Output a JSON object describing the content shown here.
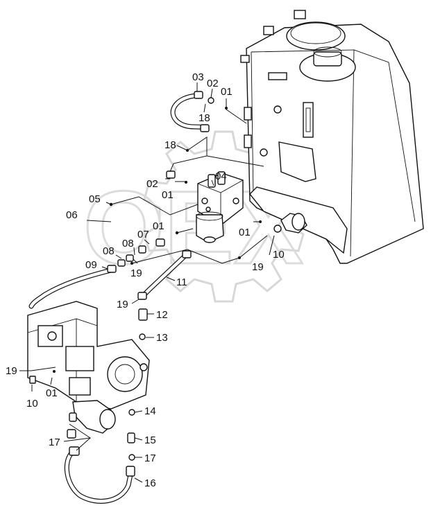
{
  "watermark": "OEX",
  "callouts": {
    "c01a": "01",
    "c02a": "02",
    "c03": "03",
    "c18a": "18",
    "c18b": "18",
    "c02b": "02",
    "c01b": "01",
    "c04": "04",
    "c05": "05",
    "c06": "06",
    "c01c": "01",
    "c07": "07",
    "c08a": "08",
    "c08b": "08",
    "c09": "09",
    "c19a": "19",
    "c01d": "01",
    "c19b": "19",
    "c10a": "10",
    "c11": "11",
    "c19c": "19",
    "c12": "12",
    "c13": "13",
    "c19d": "19",
    "c10b": "10",
    "c01e": "01",
    "c14": "14",
    "c15": "15",
    "c17a": "17",
    "c17b": "17",
    "c16": "16"
  }
}
